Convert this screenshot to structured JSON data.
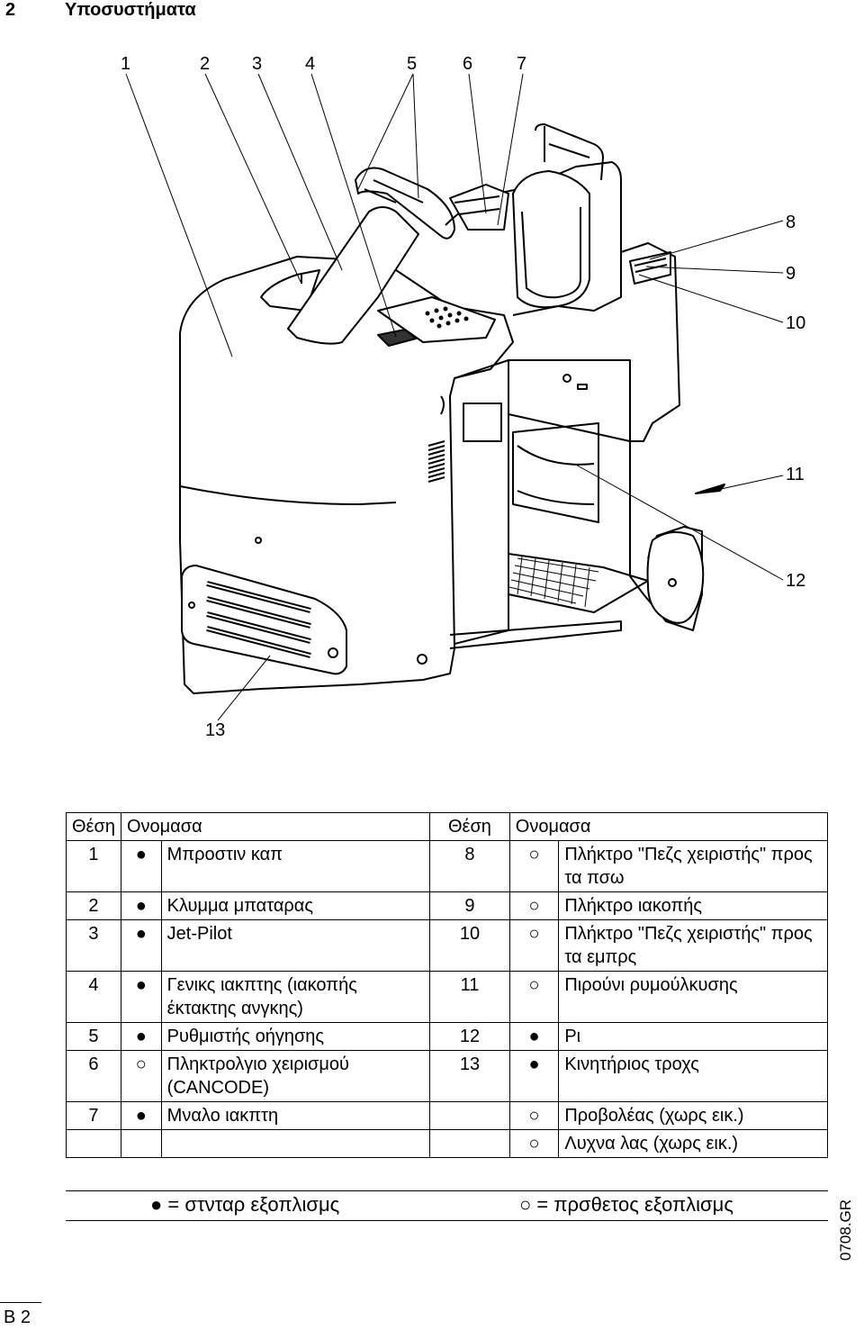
{
  "header": {
    "section_number": "2",
    "title": "Υποσυστήματα"
  },
  "figure": {
    "callouts": [
      "1",
      "2",
      "3",
      "4",
      "5",
      "6",
      "7",
      "8",
      "9",
      "10",
      "11",
      "12",
      "13"
    ]
  },
  "table": {
    "headers": [
      "Θέση",
      "Ονομασα",
      "Θέση",
      "Ονομασα"
    ],
    "rows": [
      {
        "pos1": "1",
        "mark1": "●",
        "name1": "Μπροστιν καπ",
        "pos2": "8",
        "mark2": "○",
        "name2": "Πλήκτρο \"Πεζς χειριστής\" προς τα πσω"
      },
      {
        "pos1": "2",
        "mark1": "●",
        "name1": "Κλυμμα μπαταρας",
        "pos2": "9",
        "mark2": "○",
        "name2": "Πλήκτρο ιακοπής"
      },
      {
        "pos1": "3",
        "mark1": "●",
        "name1": "Jet-Pilot",
        "pos2": "10",
        "mark2": "○",
        "name2": "Πλήκτρο \"Πεζς χειριστής\" προς τα εμπρς"
      },
      {
        "pos1": "4",
        "mark1": "●",
        "name1": "Γενικς ιακπτης (ιακοπής έκτακτης ανγκης)",
        "pos2": "11",
        "mark2": "○",
        "name2": "Πιρούνι ρυμούλκυσης"
      },
      {
        "pos1": "5",
        "mark1": "●",
        "name1": "Ρυθμιστής οήγησης",
        "pos2": "12",
        "mark2": "●",
        "name2": "Ρι"
      },
      {
        "pos1": "6",
        "mark1": "○",
        "name1": "Πληκτρολγιο χειρισμού (CANCODE)",
        "pos2": "13",
        "mark2": "●",
        "name2": "Κινητήριος τροχς"
      },
      {
        "pos1": "7",
        "mark1": "●",
        "name1": "Μναλο ιακπτη",
        "pos2": "",
        "mark2": "○",
        "name2": "Προβολέας (χωρς εικ.)"
      },
      {
        "pos1": "",
        "mark1": "",
        "name1": "",
        "pos2": "",
        "mark2": "○",
        "name2": "Λυχνα λας (χωρς εικ.)"
      }
    ]
  },
  "legend": {
    "standard": "● = στνταρ εξοπλισμς",
    "optional": "○ = πρσθετος εξοπλισμς"
  },
  "doc_id": "0708.GR",
  "page_label": "B 2"
}
